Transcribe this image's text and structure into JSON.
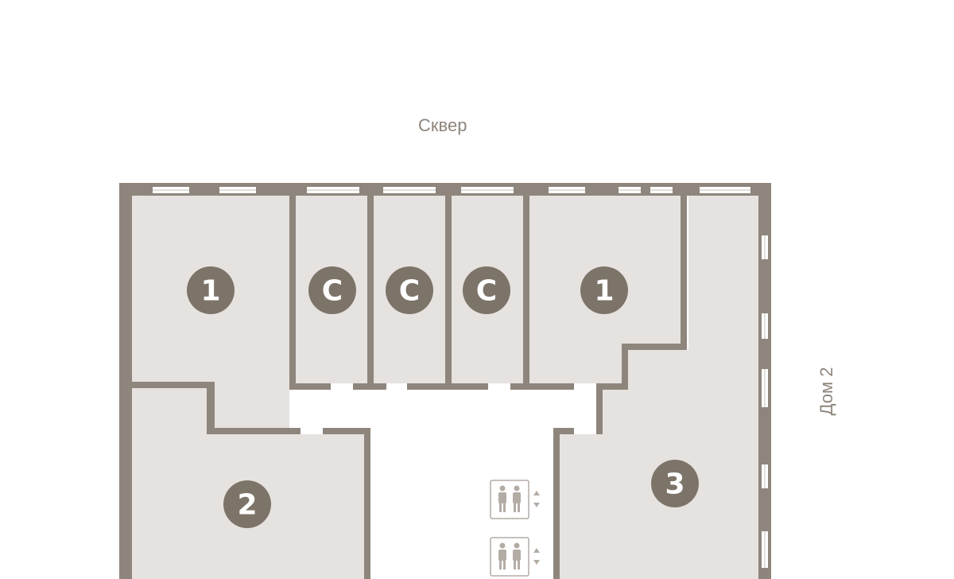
{
  "labels": {
    "top": "Сквер",
    "right": "Дом 2"
  },
  "units": [
    {
      "id": "unit-1-left",
      "badge": "1"
    },
    {
      "id": "unit-c-1",
      "badge": "С"
    },
    {
      "id": "unit-c-2",
      "badge": "С"
    },
    {
      "id": "unit-c-3",
      "badge": "С"
    },
    {
      "id": "unit-1-right",
      "badge": "1"
    },
    {
      "id": "unit-2",
      "badge": "2"
    },
    {
      "id": "unit-3",
      "badge": "3"
    }
  ],
  "elevators": [
    {
      "name": "elevator-1"
    },
    {
      "name": "elevator-2"
    }
  ],
  "colors": {
    "wall": "#8e857c",
    "unit_fill": "#e6e2df",
    "badge": "#7d7469",
    "label": "#8e857c"
  }
}
